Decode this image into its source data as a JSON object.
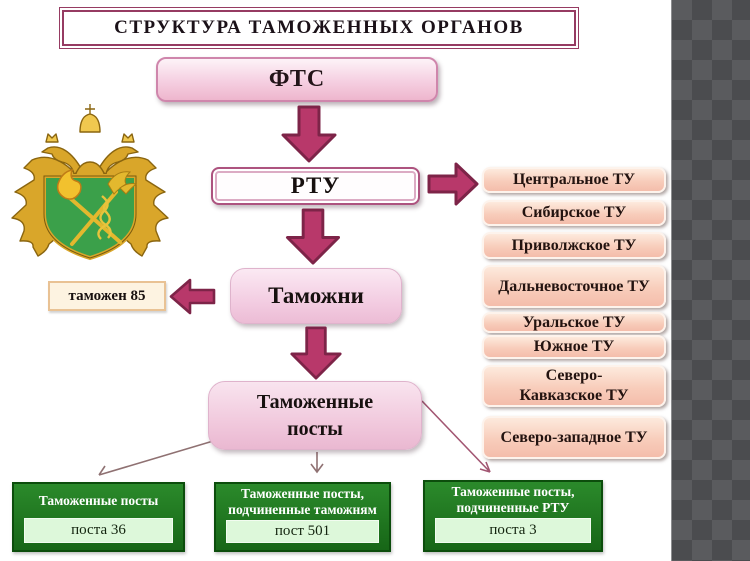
{
  "title": "СТРУКТУРА ТАМОЖЕННЫХ ОРГАНОВ",
  "nodes": {
    "fts": "ФТС",
    "rtu": "РТУ",
    "customs": "Таможни",
    "customs_count": "таможен 85",
    "posts": "Таможенные посты"
  },
  "regional_administrations": [
    {
      "label": "Центральное ТУ"
    },
    {
      "label": "Сибирское ТУ"
    },
    {
      "label": "Приволжское ТУ"
    },
    {
      "label": "Дальневосточное ТУ"
    },
    {
      "label": "Уральское ТУ"
    },
    {
      "label": "Южное ТУ"
    },
    {
      "label": "Северо-Кавказское ТУ"
    },
    {
      "label": "Северо-западное ТУ"
    }
  ],
  "post_types": [
    {
      "title": "Таможенные посты",
      "count": "поста 36"
    },
    {
      "title": "Таможенные посты, подчиненные таможням",
      "count": "пост 501"
    },
    {
      "title": "Таможенные посты, подчиненные РТУ",
      "count": "поста 3"
    }
  ],
  "icons": {
    "emblem": "russian-customs-coat-of-arms",
    "arrows": "block-arrow"
  },
  "colors": {
    "arrow_fill": "#b8386a",
    "arrow_outline": "#7d2448",
    "border_maroon": "#963b62",
    "pink_node": "#f3cde2",
    "peach_node": "#f8cdbb",
    "green_dark": "#1d771d",
    "green_light": "#ddf8da",
    "strip_gray": "#5a5b5e"
  }
}
